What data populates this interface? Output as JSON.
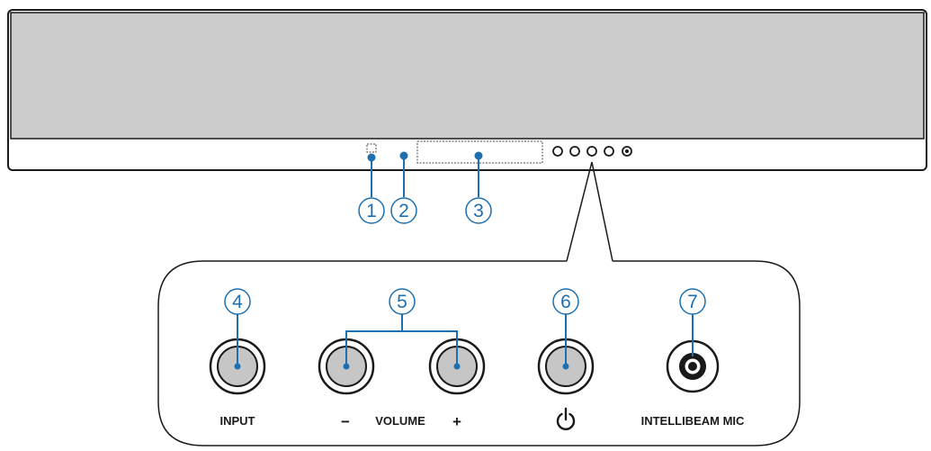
{
  "colors": {
    "callout": "#1e6fb0",
    "body_fill": "#cccccc",
    "button_fill": "#c6c6c6",
    "outline": "#1a1a1a"
  },
  "callouts": {
    "c1": "1",
    "c2": "2",
    "c3": "3",
    "c4": "4",
    "c5": "5",
    "c6": "6",
    "c7": "7"
  },
  "panel_labels": {
    "input": "INPUT",
    "volume_minus": "−",
    "volume": "VOLUME",
    "volume_plus": "+",
    "mic": "INTELLIBEAM MIC"
  },
  "icons": {
    "power": "power-icon",
    "mic_jack": "mic-jack-icon"
  }
}
